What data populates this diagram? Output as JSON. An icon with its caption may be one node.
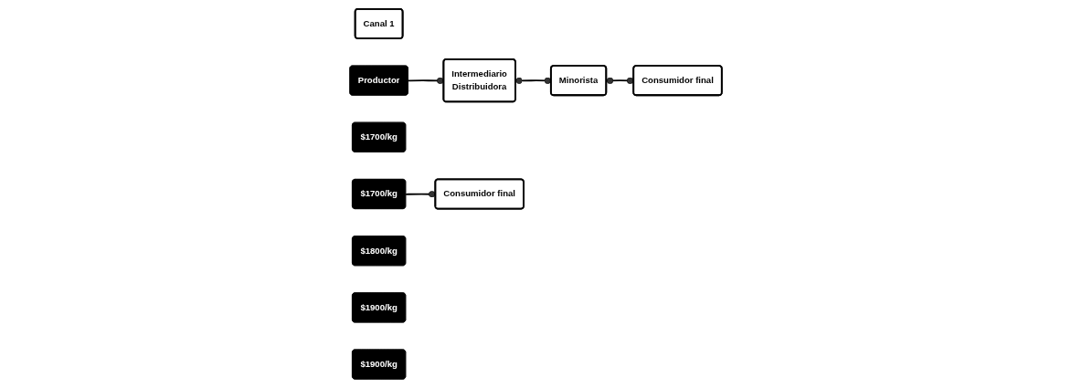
{
  "diagram": {
    "nodes": [
      {
        "text": [
          "Canal 1"
        ]
      },
      {
        "text": [
          "Productor"
        ]
      },
      {
        "text": [
          "Intermediario",
          "Distribuidora"
        ]
      },
      {
        "text": [
          "Minorista"
        ]
      },
      {
        "text": [
          "Consumidor final"
        ]
      },
      {
        "text": [
          "$1700/kg"
        ]
      },
      {
        "text": [
          "$1700/kg"
        ]
      },
      {
        "text": [
          "$1800/kg"
        ]
      },
      {
        "text": [
          "$1900/kg"
        ]
      },
      {
        "text": [
          "Consumidor final"
        ]
      },
      {
        "text": [
          "$1900/kg"
        ]
      }
    ],
    "edges": [
      {
        "from": 1,
        "to": 2,
        "arrow": "other"
      },
      {
        "from": 2,
        "to": 3,
        "arrow": "other"
      },
      {
        "from": 3,
        "to": 4,
        "arrow": "other"
      },
      {
        "from": 6,
        "to": 9,
        "arrow": "other"
      }
    ]
  }
}
